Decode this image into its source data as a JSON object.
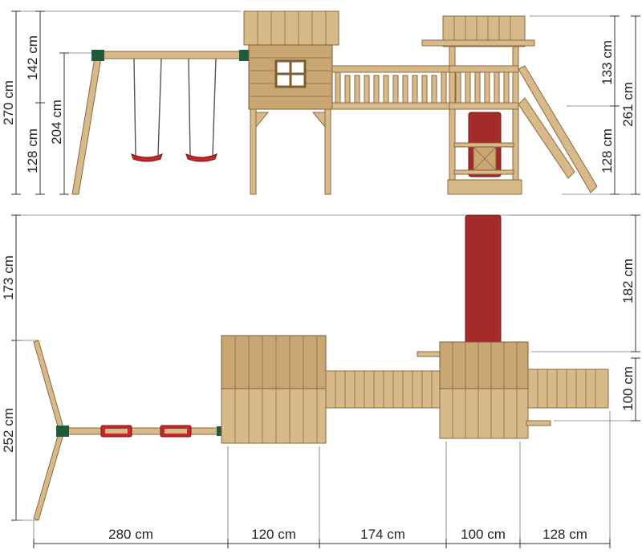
{
  "colors": {
    "wood": "#d8b98a",
    "wood_dark": "#c9a672",
    "slide_red": "#a52a2a",
    "bracket_green": "#1f5b3a"
  },
  "side_view": {
    "dims_left": {
      "total_height": "270 cm",
      "upper": "142 cm",
      "lower": "128 cm",
      "swing_beam_height": "204 cm"
    },
    "dims_right": {
      "upper": "133 cm",
      "lower": "128 cm",
      "total_height": "261 cm"
    }
  },
  "top_view": {
    "dims_left": {
      "upper": "173 cm",
      "swing_width": "252 cm"
    },
    "dims_right": {
      "slide_length": "182 cm",
      "ladder_width": "100 cm"
    },
    "dims_bottom": [
      "280 cm",
      "120 cm",
      "174 cm",
      "100 cm",
      "128 cm"
    ]
  }
}
